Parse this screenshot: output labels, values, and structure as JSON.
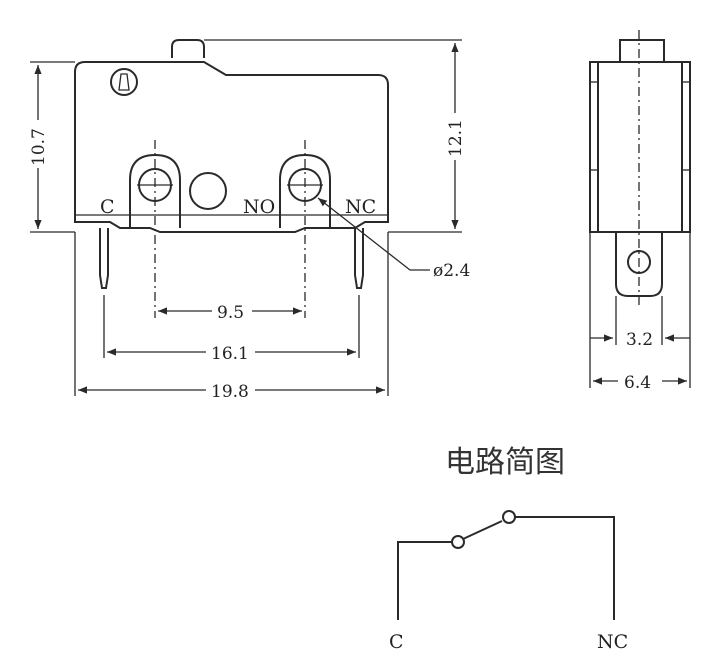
{
  "front_view": {
    "terminal_labels": {
      "c": "C",
      "no": "NO",
      "nc": "NC"
    },
    "dims": {
      "height_body": "10.7",
      "height_total": "12.1",
      "hole_spacing": "9.5",
      "pin_spacing": "16.1",
      "overall_width": "19.8",
      "hole_diameter": "ø2.4"
    }
  },
  "side_view": {
    "dims": {
      "pin_width": "3.2",
      "body_width": "6.4"
    }
  },
  "schematic": {
    "title": "电路简图",
    "label_c": "C",
    "label_nc": "NC"
  }
}
